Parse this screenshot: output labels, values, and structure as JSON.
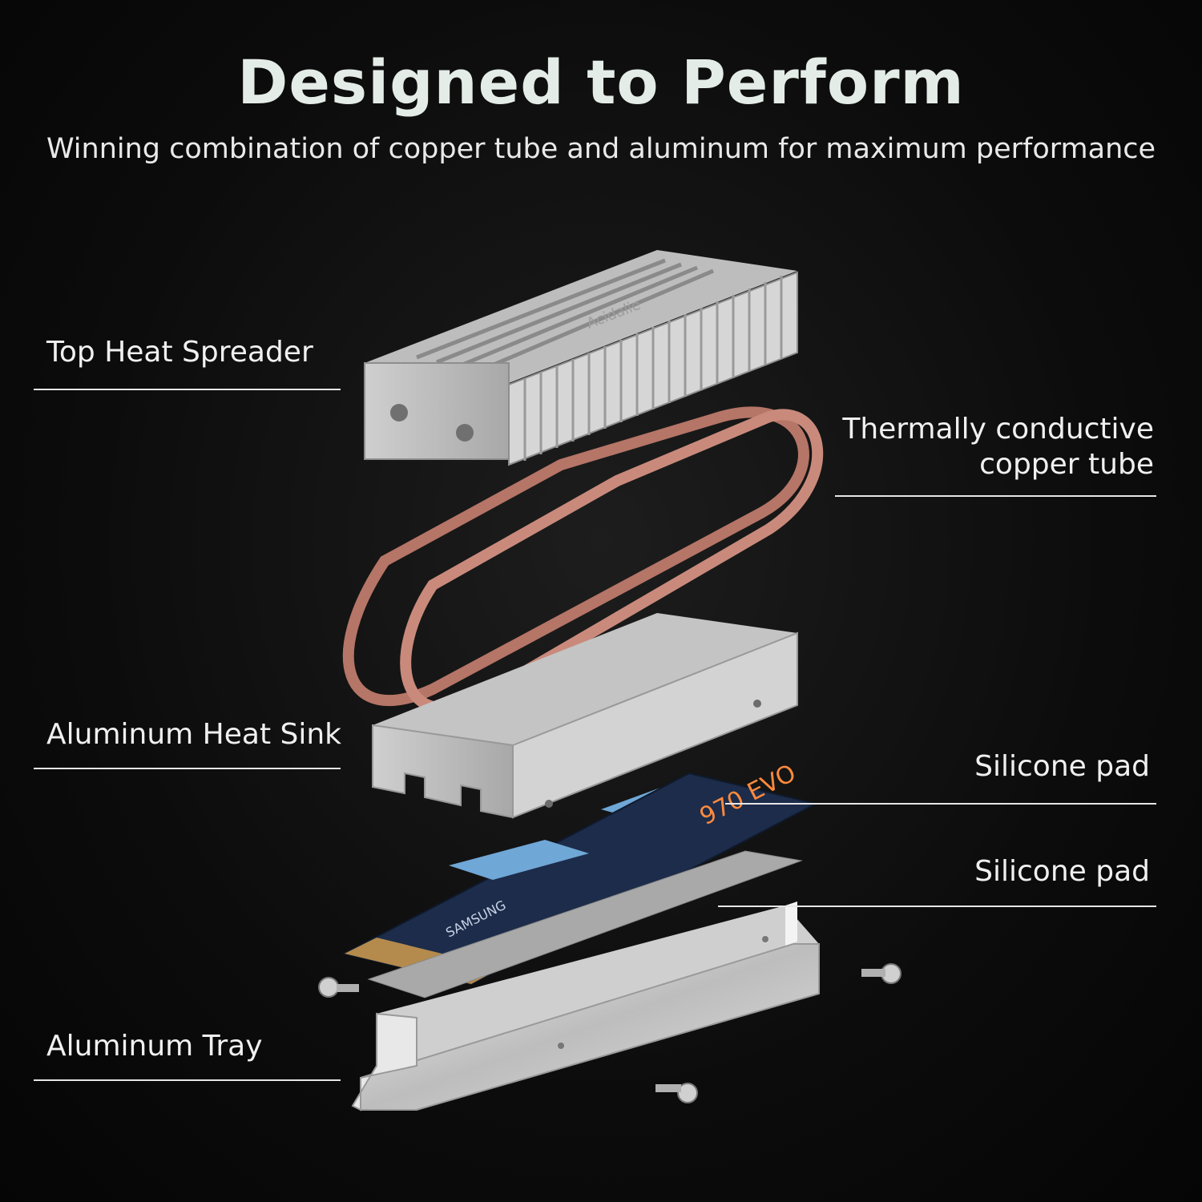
{
  "header": {
    "title": "Designed to Perform",
    "subtitle": "Winning combination of copper tube and aluminum for maximum performance"
  },
  "callouts": {
    "top_heat_spreader": "Top Heat Spreader",
    "copper_tube_line1": "Thermally conductive",
    "copper_tube_line2": "copper tube",
    "aluminum_heat_sink": "Aluminum Heat Sink",
    "silicone_pad_top": "Silicone pad",
    "silicone_pad_bottom": "Silicone pad",
    "aluminum_tray": "Aluminum Tray"
  },
  "product": {
    "spreader_brand": "Acidalie",
    "ssd_brand": "SAMSUNG",
    "ssd_model": "970 EVO"
  },
  "colors": {
    "aluminum": "#c9c9c9",
    "copper": "#c98a7c",
    "pad": "#6fa7d6",
    "pcb": "#1c2c4a"
  }
}
